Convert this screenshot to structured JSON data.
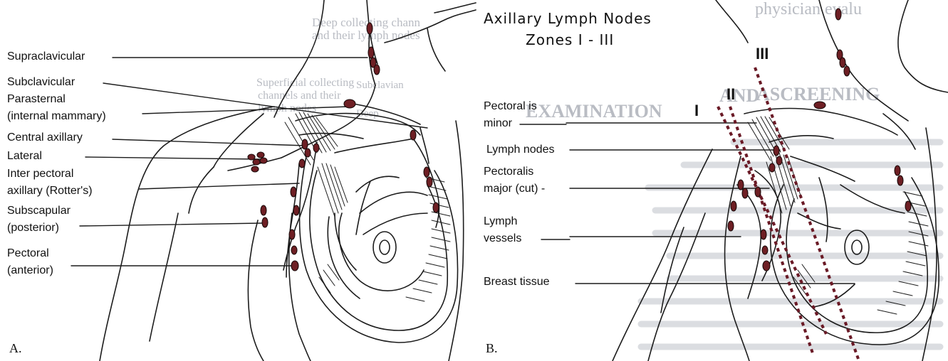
{
  "panelA": {
    "letter": "A.",
    "labels": [
      {
        "key": "supraclavicular",
        "text": "Supraclavicular"
      },
      {
        "key": "subclavicular",
        "text": "Subclavicular"
      },
      {
        "key": "parasternal_1",
        "text": "Parasternal"
      },
      {
        "key": "parasternal_2",
        "text": "(internal mammary)"
      },
      {
        "key": "central_axillary",
        "text": "Central axillary"
      },
      {
        "key": "lateral",
        "text": "Lateral"
      },
      {
        "key": "interpectoral_1",
        "text": "Inter pectoral"
      },
      {
        "key": "interpectoral_2",
        "text": "axillary (Rotter's)"
      },
      {
        "key": "subscapular_1",
        "text": "Subscapular"
      },
      {
        "key": "subscapular_2",
        "text": "(posterior)"
      },
      {
        "key": "pectoral_1",
        "text": "Pectoral"
      },
      {
        "key": "pectoral_2",
        "text": "(anterior)"
      }
    ]
  },
  "panelB": {
    "letter": "B.",
    "title_line1": "Axillary Lymph Nodes",
    "title_line2": "Zones I - III",
    "zones": [
      "I",
      "II",
      "III"
    ],
    "labels": [
      {
        "key": "pectoralis_minor_1",
        "text": "Pectoral is"
      },
      {
        "key": "pectoralis_minor_2",
        "text": "minor"
      },
      {
        "key": "lymph_nodes",
        "text": "Lymph nodes"
      },
      {
        "key": "pectoralis_major_1",
        "text": "Pectoralis"
      },
      {
        "key": "pectoralis_major_2",
        "text": "major (cut) -"
      },
      {
        "key": "lymph_vessels_1",
        "text": "Lymph"
      },
      {
        "key": "lymph_vessels_2",
        "text": "vessels"
      },
      {
        "key": "breast_tissue",
        "text": "Breast tissue"
      }
    ]
  },
  "background_text": {
    "a1": "Deep collecting chann",
    "a2": "and their lymph nodes",
    "a3": "Superficial collecting",
    "a4": "channels and their",
    "a5": "lymph nodes",
    "a6": "Subclavian",
    "a7": "Deep",
    "b1": "physician evalu",
    "b2": "EXAMINATION",
    "b3": "ASCREENING",
    "b4": "AND"
  },
  "colors": {
    "line": "#1c1c1c",
    "node_fill": "#6e1f24",
    "dotted": "#6a1a26",
    "ghost_text": "#b9bcc3"
  }
}
